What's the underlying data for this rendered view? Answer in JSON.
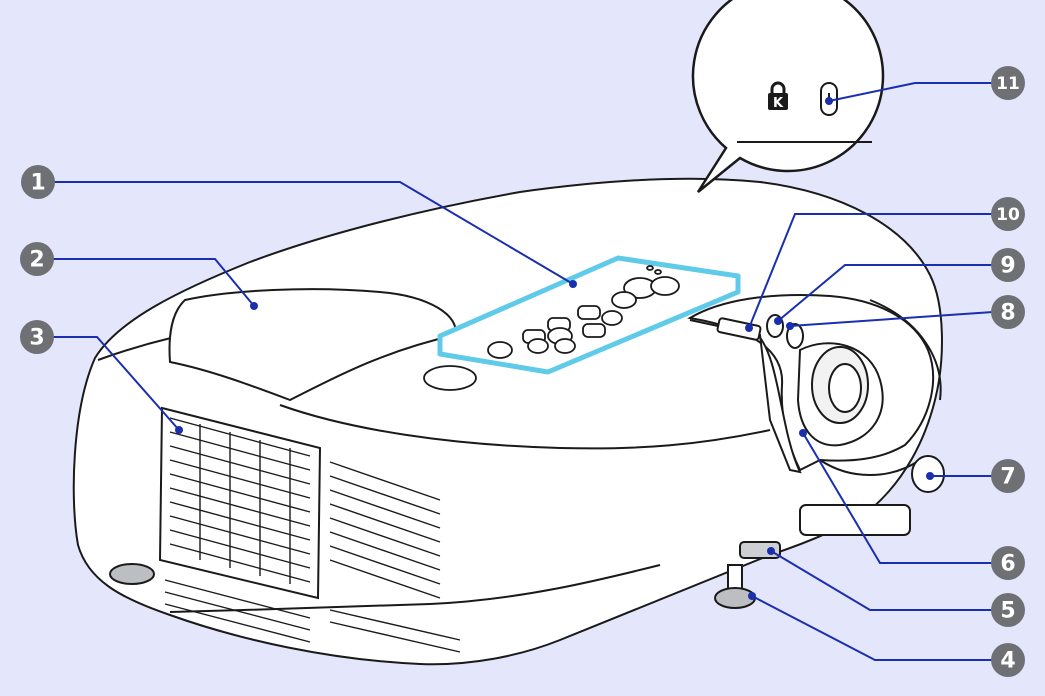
{
  "colors": {
    "background": "#e4e6fb",
    "leader_line": "#1a2fae",
    "callout_fill": "#6f7073",
    "panel_highlight": "#5fcbe9",
    "body_fill": "#ffffff",
    "outline": "#1a1a1a"
  },
  "callouts": [
    {
      "number": "1",
      "part": "control-panel"
    },
    {
      "number": "2",
      "part": "lamp-cover"
    },
    {
      "number": "3",
      "part": "air-exhaust-vent"
    },
    {
      "number": "4",
      "part": "rear-foot"
    },
    {
      "number": "5",
      "part": "foot-adjust-lever"
    },
    {
      "number": "6",
      "part": "lens-cover"
    },
    {
      "number": "7",
      "part": "remote-receiver"
    },
    {
      "number": "8",
      "part": "focus-ring"
    },
    {
      "number": "9",
      "part": "zoom-ring"
    },
    {
      "number": "10",
      "part": "av-mute-slide"
    },
    {
      "number": "11",
      "part": "security-slot"
    }
  ],
  "icons": {
    "security_lock": "kensington-lock-icon",
    "security_slot": "security-slot-icon"
  }
}
